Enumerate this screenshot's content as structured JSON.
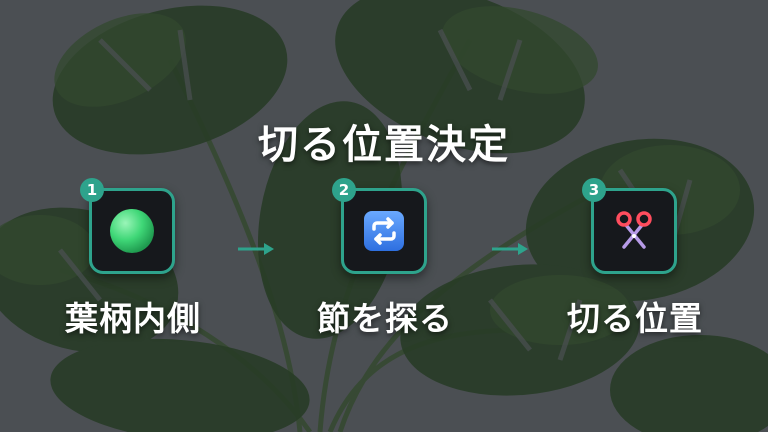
{
  "title": "切る位置決定",
  "colors": {
    "accent": "#2ea38c",
    "card_bg": "#16181c",
    "text": "#ffffff"
  },
  "steps": [
    {
      "number": "1",
      "label": "葉柄内側",
      "icon": "green-sphere-icon"
    },
    {
      "number": "2",
      "label": "節を探る",
      "icon": "repeat-arrows-icon"
    },
    {
      "number": "3",
      "label": "切る位置",
      "icon": "scissors-icon"
    }
  ]
}
